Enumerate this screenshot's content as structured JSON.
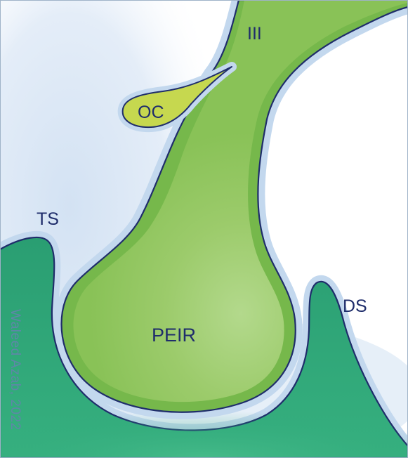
{
  "labels": {
    "third_ventricle": "III",
    "optic_chiasm": "OC",
    "tuberculum_sellae": "TS",
    "dorsum_sellae": "DS",
    "peir": "PEIR"
  },
  "signature": "Waleed Azab, 2022",
  "colors": {
    "bone_green": "#2ea77a",
    "cavity_green": "#8cc456",
    "chiasm_yellow": "#c6d84f",
    "outline_navy": "#1f2d6b",
    "csf_blue": "#c3d8ee",
    "background": "#ffffff"
  }
}
